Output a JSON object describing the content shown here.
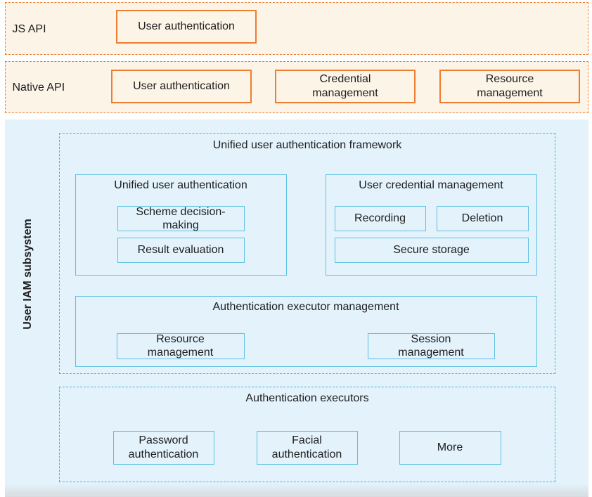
{
  "js_api": {
    "label": "JS API",
    "user_auth": "User authentication"
  },
  "native_api": {
    "label": "Native API",
    "user_auth": "User authentication",
    "credential_mgmt": "Credential management",
    "resource_mgmt": "Resource management"
  },
  "subsystem": {
    "label": "User IAM subsystem",
    "framework": {
      "title": "Unified user authentication framework",
      "unified_auth": {
        "title": "Unified user authentication",
        "scheme_decision": "Scheme decision-making",
        "result_evaluation": "Result evaluation"
      },
      "credential_mgmt": {
        "title": "User credential management",
        "recording": "Recording",
        "deletion": "Deletion",
        "secure_storage": "Secure storage"
      },
      "executor_mgmt": {
        "title": "Authentication executor management",
        "resource_mgmt": "Resource management",
        "session_mgmt": "Session management"
      }
    },
    "executors": {
      "title": "Authentication executors",
      "password": "Password authentication",
      "facial": "Facial authentication",
      "more": "More"
    }
  },
  "colors": {
    "api_border": "#ed7d31",
    "api_fill": "#fdf4e8",
    "subsystem_fill": "#e3f2fb",
    "subsystem_border": "#47b4df",
    "inner_border": "#5ec0e2"
  }
}
